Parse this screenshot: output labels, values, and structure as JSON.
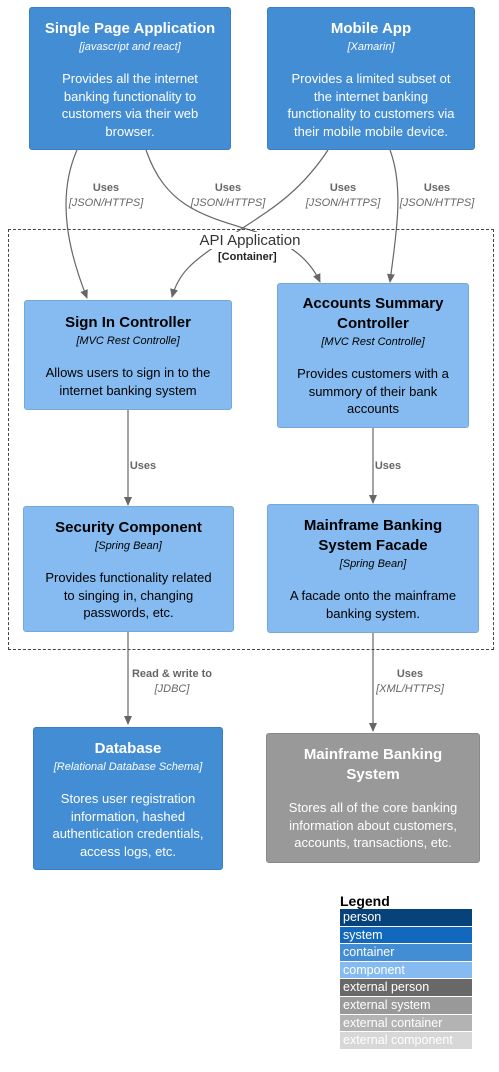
{
  "nodes": {
    "spa": {
      "title": "Single Page Application",
      "tech": "[javascript and react]",
      "desc": [
        "Provides all the internet",
        "banking functionality to",
        "customers via their web",
        "browser."
      ]
    },
    "mobile": {
      "title": "Mobile App",
      "tech": "[Xamarin]",
      "desc": [
        "Provides a limited subset ot",
        "the internet banking",
        "functionality to customers via",
        "their mobile mobile device."
      ]
    },
    "signin": {
      "title": [
        "Sign In Controller"
      ],
      "tech": "[MVC Rest Controlle]",
      "desc": [
        "Allows users to sign in to the",
        "internet banking system"
      ]
    },
    "accounts": {
      "title": [
        "Accounts Summary",
        "Controller"
      ],
      "tech": "[MVC Rest Controlle]",
      "desc": [
        "Provides customers with a",
        "summory of their bank",
        "accounts"
      ]
    },
    "security": {
      "title": [
        "Security Component"
      ],
      "tech": "[Spring Bean]",
      "desc": [
        "Provides functionality related",
        "to singing in, changing",
        "passwords, etc."
      ]
    },
    "facade": {
      "title": [
        "Mainframe Banking",
        "System Facade"
      ],
      "tech": "[Spring Bean]",
      "desc": [
        "A facade onto the mainframe",
        "banking system."
      ]
    },
    "database": {
      "title": "Database",
      "tech": "[Relational Database Schema]",
      "desc": [
        "Stores user registration",
        "information, hashed",
        "authentication credentials,",
        "access logs, etc."
      ]
    },
    "mainframe": {
      "title": [
        "Mainframe Banking",
        "System"
      ],
      "desc": [
        "Stores all of the core banking",
        "information about customers,",
        "accounts, transactions, etc."
      ]
    }
  },
  "boundary": {
    "title": "API Application",
    "subtitle": "[Container]"
  },
  "relations": {
    "spa_signin": {
      "label": "Uses",
      "tech": "[JSON/HTTPS]"
    },
    "spa_accounts": {
      "label": "Uses",
      "tech": "[JSON/HTTPS]"
    },
    "mobile_signin": {
      "label": "Uses",
      "tech": "[JSON/HTTPS]"
    },
    "mobile_accounts": {
      "label": "Uses",
      "tech": "[JSON/HTTPS]"
    },
    "signin_security": {
      "label": "Uses"
    },
    "accounts_facade": {
      "label": "Uses"
    },
    "security_database": {
      "label": "Read & write to",
      "tech": "[JDBC]"
    },
    "facade_mainframe": {
      "label": "Uses",
      "tech": "[XML/HTTPS]"
    }
  },
  "legend": {
    "title": "Legend",
    "items": [
      {
        "label": "person",
        "bg": "#08427b",
        "fg": "#ffffff"
      },
      {
        "label": "system",
        "bg": "#1168bd",
        "fg": "#ffffff"
      },
      {
        "label": "container",
        "bg": "#438dd5",
        "fg": "#ffffff"
      },
      {
        "label": "component",
        "bg": "#85bbf0",
        "fg": "#ffffff"
      },
      {
        "label": "external person",
        "bg": "#686868",
        "fg": "#ffffff"
      },
      {
        "label": "external system",
        "bg": "#999999",
        "fg": "#ffffff"
      },
      {
        "label": "external container",
        "bg": "#b3b3b3",
        "fg": "#ffffff"
      },
      {
        "label": "external component",
        "bg": "#d7d7d7",
        "fg": "#ffffff"
      }
    ]
  },
  "colors": {
    "container": "#438dd5",
    "component": "#85bbf0",
    "external_system": "#999999",
    "arrow": "#666666"
  }
}
